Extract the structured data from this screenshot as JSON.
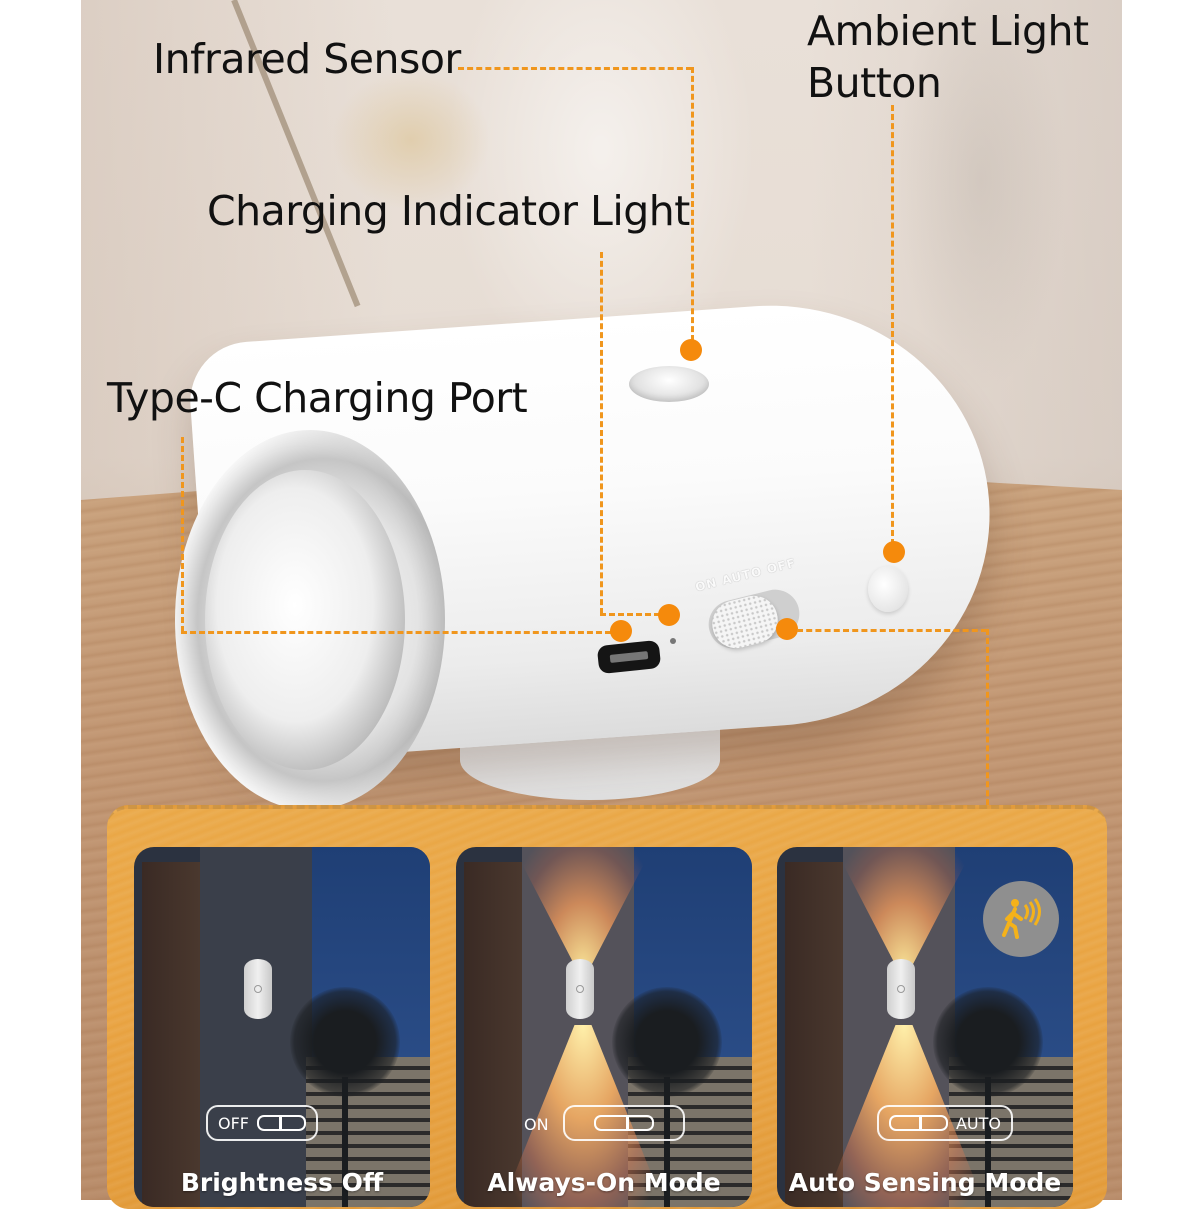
{
  "callouts": {
    "infrared_sensor": "Infrared Sensor",
    "ambient_light_button_line1": "Ambient Light",
    "ambient_light_button_line2": "Button",
    "charging_indicator_light": "Charging Indicator Light",
    "type_c_charging_port": "Type-C Charging Port"
  },
  "device": {
    "switch_labels": "ON  AUTO  OFF"
  },
  "modes": [
    {
      "toggle_label": "OFF",
      "title": "Brightness Off",
      "lit": false
    },
    {
      "toggle_label": "ON",
      "title": "Always-On Mode",
      "lit": true
    },
    {
      "toggle_label": "AUTO",
      "title": "Auto Sensing Mode",
      "lit": true,
      "badge_icon": "motion-sensor-icon"
    }
  ],
  "colors": {
    "accent_orange": "#f58a0c",
    "dash_orange": "#f0961d",
    "panel_orange": "#e9a341",
    "badge_gray": "#8f8f8f",
    "badge_figure": "#f5b21a"
  }
}
